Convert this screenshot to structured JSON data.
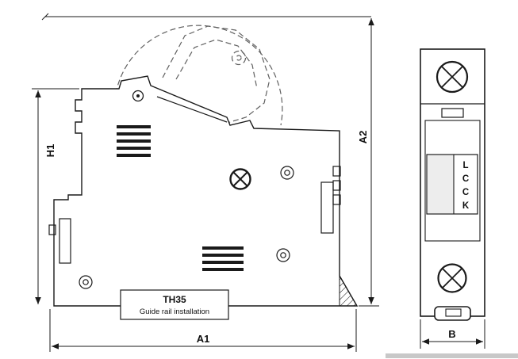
{
  "drawing": {
    "side_view": {
      "dim_h1": "H1",
      "dim_a2": "A2",
      "dim_a1": "A1",
      "rail_box_title": "TH35",
      "rail_box_subtitle": "Guide rail installation"
    },
    "front_view": {
      "dim_b": "B",
      "marking": [
        "L",
        "C",
        "C",
        "K"
      ]
    },
    "colors": {
      "line": "#1a1a1a",
      "phantom": "#606060",
      "scrollbar": "#c8c8c8"
    }
  }
}
